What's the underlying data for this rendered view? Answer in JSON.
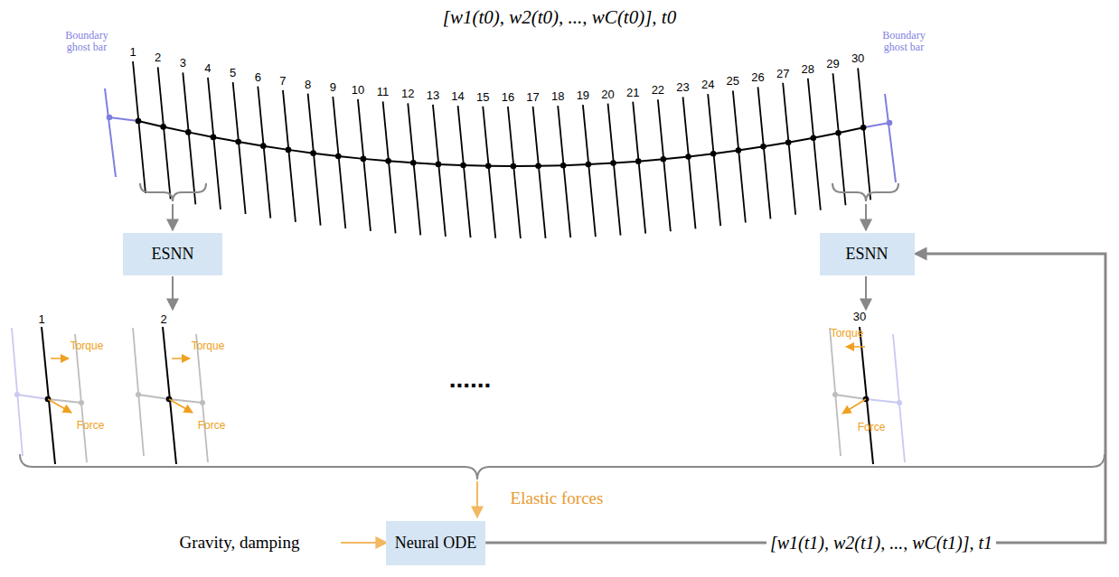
{
  "diagram": {
    "title": "[w1(t0), w2(t0), ..., wC(t0)], t0",
    "nodes": [
      {
        "text": [
          "ESNN"
        ]
      },
      {
        "text": [
          "ESNN"
        ]
      },
      {
        "text": [
          "Neural ODE"
        ]
      }
    ],
    "edges": [
      {
        "from": 2,
        "to": 1,
        "arrow": "to",
        "label": "[w1(t1), w2(t1), ..., wC(t1)], t1"
      }
    ],
    "labels": [
      "1",
      "2",
      "3",
      "4",
      "5",
      "6",
      "7",
      "8",
      "9",
      "10",
      "11",
      "12",
      "13",
      "14",
      "15",
      "16",
      "17",
      "18",
      "19",
      "20",
      "21",
      "22",
      "23",
      "24",
      "25",
      "26",
      "27",
      "28",
      "29",
      "30",
      "Boundary ghost bar",
      "Boundary ghost bar",
      "1",
      "Torque",
      "Force",
      "2",
      "Torque",
      "Force",
      "30",
      "Torque",
      "Force",
      "......",
      "Elastic forces",
      "Gravity, damping"
    ]
  }
}
